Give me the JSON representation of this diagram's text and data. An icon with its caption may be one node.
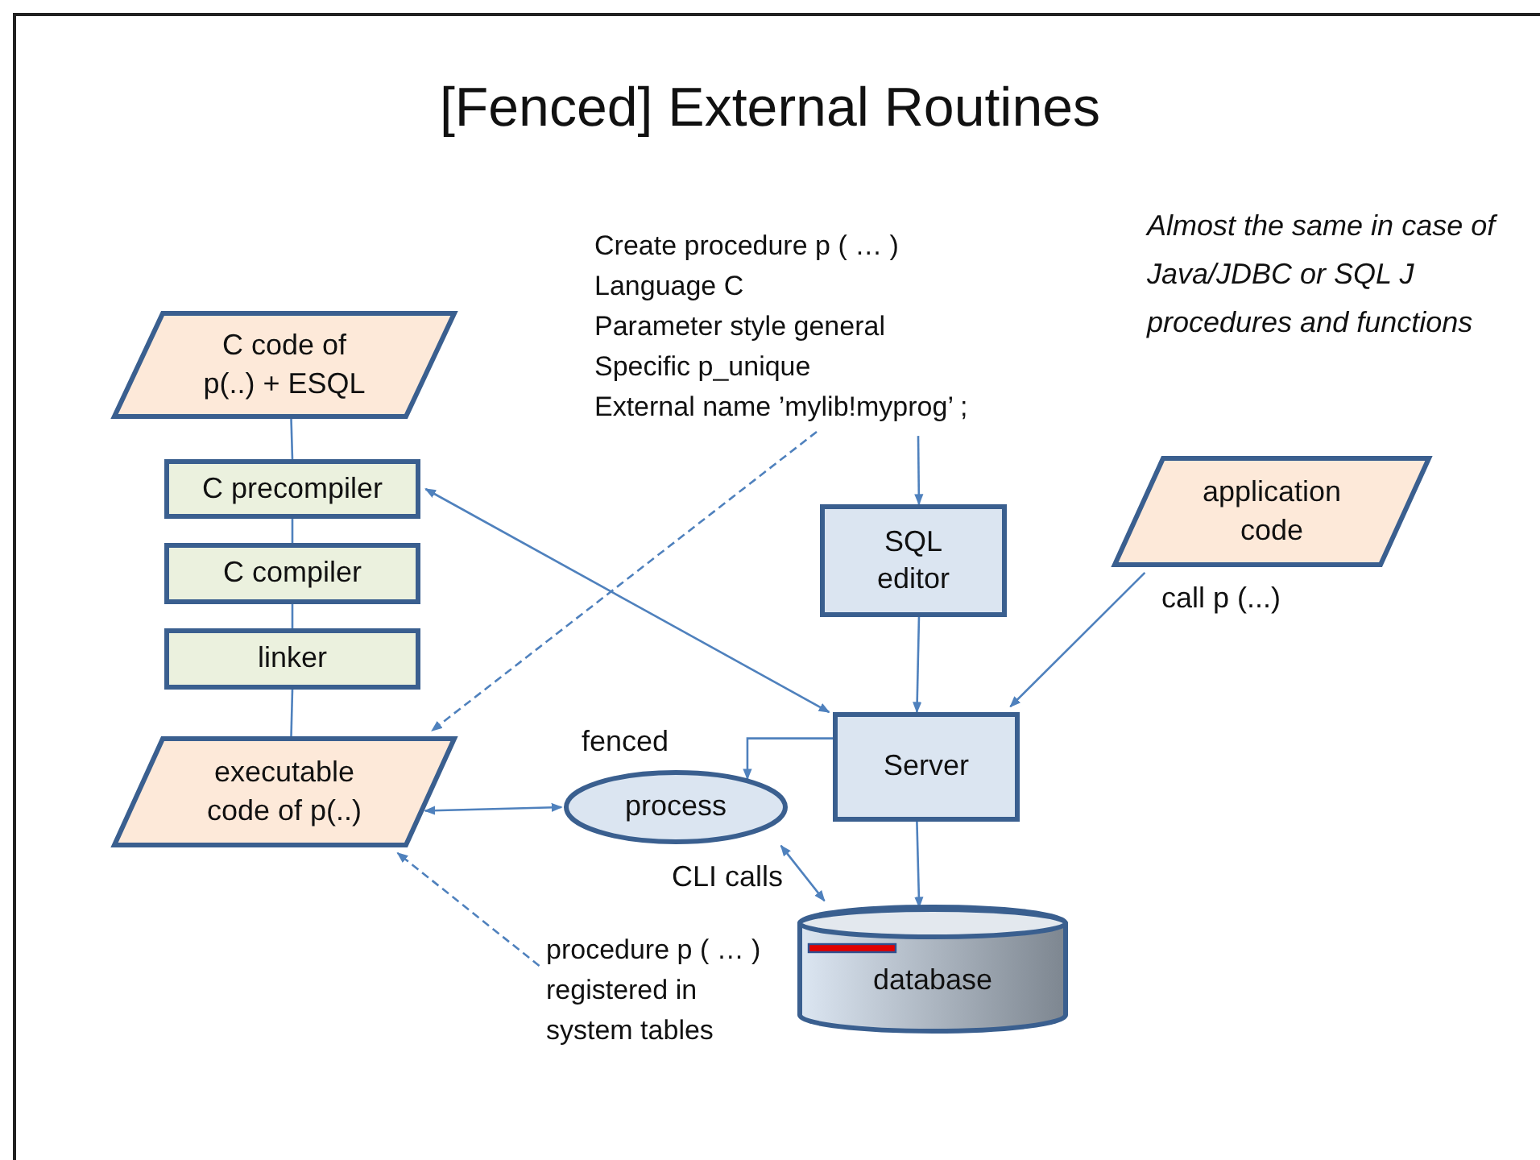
{
  "diagram": {
    "title": "[Fenced] External Routines",
    "nodes": [
      {
        "text": [
          "C code of p(..) + ESQL"
        ]
      },
      {
        "text": [
          "C precompiler"
        ]
      },
      {
        "text": [
          "C compiler"
        ]
      },
      {
        "text": [
          "linker"
        ]
      },
      {
        "text": [
          "executable code of p(..)"
        ]
      },
      {
        "text": [
          "Create procedure p ( … )",
          "Language C",
          "Parameter style general",
          "Specific p_unique",
          "External name ’mylib!myprog’ ;"
        ]
      },
      {
        "text": [
          "SQL editor"
        ]
      },
      {
        "text": [
          "application code"
        ],
        "beside": [
          "call p (...)"
        ]
      },
      {
        "text": [
          "Server"
        ]
      },
      {
        "text": [
          "process"
        ],
        "beside": [
          "fenced"
        ]
      },
      {
        "text": [
          "database"
        ]
      },
      {
        "text": [
          "procedure p ( … ) registered in system tables"
        ]
      }
    ],
    "edges": [
      {
        "from": 0,
        "to": 1,
        "arrow": "none"
      },
      {
        "from": 1,
        "to": 2,
        "arrow": "none"
      },
      {
        "from": 2,
        "to": 3,
        "arrow": "none"
      },
      {
        "from": 3,
        "to": 4,
        "arrow": "none"
      },
      {
        "from": 5,
        "to": 6,
        "arrow": "to"
      },
      {
        "from": 5,
        "to": 4,
        "arrow": "to",
        "style": "dashed"
      },
      {
        "from": 6,
        "to": 8,
        "arrow": "to"
      },
      {
        "from": 7,
        "to": 8,
        "arrow": "to"
      },
      {
        "from": 1,
        "to": 8,
        "arrow": "both"
      },
      {
        "from": 8,
        "to": 9,
        "arrow": "to"
      },
      {
        "from": 4,
        "to": 9,
        "arrow": "both"
      },
      {
        "from": 9,
        "to": 10,
        "arrow": "both",
        "label": "CLI calls"
      },
      {
        "from": 8,
        "to": 10,
        "arrow": "to"
      },
      {
        "from": 11,
        "to": 4,
        "arrow": "to",
        "style": "dashed"
      }
    ],
    "labels": [
      "Almost the same in case of Java/JDBC or SQL J procedures and functions"
    ]
  }
}
